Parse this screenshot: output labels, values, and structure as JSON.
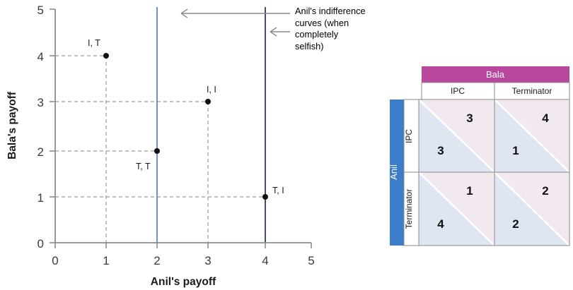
{
  "chart_data": {
    "type": "scatter",
    "title": "",
    "xlabel": "Anil's payoff",
    "ylabel": "Bala's payoff",
    "xlim": [
      0,
      5
    ],
    "ylim": [
      0,
      5
    ],
    "xticks": [
      "0",
      "1",
      "2",
      "3",
      "4",
      "5"
    ],
    "yticks": [
      "0",
      "1",
      "2",
      "3",
      "4",
      "5"
    ],
    "grid": false,
    "points": [
      {
        "label": "I, T",
        "x": 1,
        "y": 4,
        "label_dx": -26,
        "label_dy": -12
      },
      {
        "label": "T, T",
        "x": 2,
        "y": 2,
        "label_dx": -30,
        "label_dy": 24
      },
      {
        "label": "I, I",
        "x": 3,
        "y": 3,
        "label_dx": -2,
        "label_dy": -12
      },
      {
        "label": "T, I",
        "x": 4,
        "y": 1,
        "label_dx": 10,
        "label_dy": -6
      }
    ],
    "indifference_curves": [
      {
        "name": "indifference-curve-x2",
        "x": 2,
        "color": "#6781bd"
      },
      {
        "name": "indifference-curve-x4",
        "x": 4,
        "color": "#2b3a66"
      }
    ],
    "annotation": {
      "lines": [
        "Anil's indifference",
        "curves (when",
        "completely",
        "selfish)"
      ],
      "arrows": [
        {
          "name": "annotation-arrow-top",
          "x_from": 410,
          "x_to": 255,
          "y": 19
        },
        {
          "name": "annotation-arrow-bottom",
          "x_from": 410,
          "x_to": 381,
          "y": 45
        }
      ]
    },
    "colors": {
      "axis": "#8c8c8c",
      "dashed_guide": "#9a9a9a",
      "point": "#111111",
      "annotation_arrow": "#8c8c8c"
    }
  },
  "matrix": {
    "column_player": "Bala",
    "row_player": "Anil",
    "column_strategies": [
      "IPC",
      "Terminator"
    ],
    "row_strategies": [
      "IPC",
      "Terminator"
    ],
    "cells": [
      {
        "row": "IPC",
        "col": "IPC",
        "row_payoff": "3",
        "col_payoff": "3"
      },
      {
        "row": "IPC",
        "col": "Terminator",
        "row_payoff": "1",
        "col_payoff": "4"
      },
      {
        "row": "Terminator",
        "col": "IPC",
        "row_payoff": "4",
        "col_payoff": "1"
      },
      {
        "row": "Terminator",
        "col": "Terminator",
        "row_payoff": "2",
        "col_payoff": "2"
      }
    ],
    "colors": {
      "column_header_bg": "#b8479e",
      "row_header_bg": "#3d7cc9",
      "upper_triangle": "#f2e9f0",
      "lower_triangle": "#dfe6f2",
      "border": "#8a8a8a",
      "diagonal": "#ffffff"
    }
  }
}
